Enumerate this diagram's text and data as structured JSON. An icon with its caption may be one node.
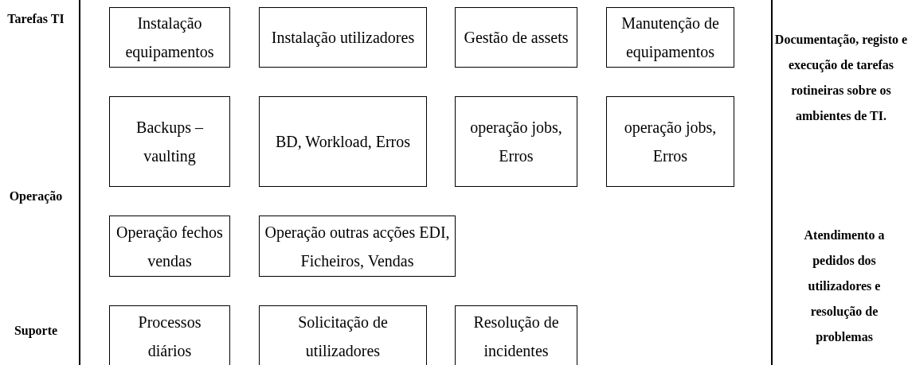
{
  "diagram": {
    "nodes": [
      {
        "text": [
          "Instalação equipamentos"
        ]
      },
      {
        "text": [
          "Instalação utilizadores"
        ]
      },
      {
        "text": [
          "Gestão de assets"
        ]
      },
      {
        "text": [
          "Manutenção de equipamentos"
        ]
      },
      {
        "text": [
          "Backups – vaulting"
        ]
      },
      {
        "text": [
          "BD, Workload, Erros"
        ]
      },
      {
        "text": [
          "operação jobs, Erros"
        ]
      },
      {
        "text": [
          "operação jobs, Erros"
        ]
      },
      {
        "text": [
          "Operação fechos vendas"
        ]
      },
      {
        "text": [
          "Operação outras acções EDI, Ficheiros, Vendas"
        ]
      },
      {
        "text": [
          "Processos diários"
        ]
      },
      {
        "text": [
          "Solicitação de utilizadores"
        ]
      },
      {
        "text": [
          "Resolução de incidentes"
        ]
      }
    ],
    "labels": [
      "Tarefas TI",
      "Documentação, registo e execução de tarefas rotineiras sobre os ambientes de TI.",
      "Operação",
      "Atendimento a pedidos dos utilizadores e resolução de problemas",
      "Suporte"
    ]
  }
}
